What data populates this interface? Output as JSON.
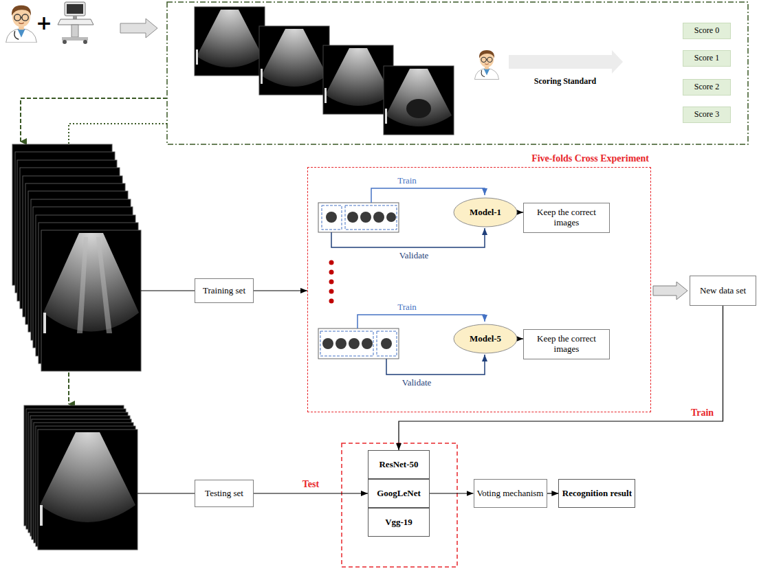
{
  "diagram": {
    "nodes": [
      {
        "text": [
          "Score 0"
        ]
      },
      {
        "text": [
          "Score 1"
        ]
      },
      {
        "text": [
          "Score 2"
        ]
      },
      {
        "text": [
          "Score 3"
        ]
      },
      {
        "text": [
          "Training set"
        ]
      },
      {
        "text": [
          "Five-folds Cross Experiment"
        ]
      },
      {
        "text": [
          "Model-1"
        ],
        "in": 5
      },
      {
        "text": [
          "Keep the correct images"
        ],
        "in": 5
      },
      {
        "text": [
          "Model-5"
        ],
        "in": 5
      },
      {
        "text": [
          "Keep the correct images"
        ],
        "in": 5
      },
      {
        "text": [
          "New data set"
        ]
      },
      {
        "text": [
          "Testing set"
        ]
      },
      {
        "text": [
          "ResNet-50"
        ]
      },
      {
        "text": [
          "GoogLeNet"
        ]
      },
      {
        "text": [
          "Vgg-19"
        ]
      },
      {
        "text": [
          "Voting mechanism"
        ]
      },
      {
        "text": [
          "Recognition result"
        ]
      }
    ],
    "edges": [
      {
        "from": 4,
        "to": 5,
        "arrow": "to"
      },
      {
        "from": 5,
        "to": 10,
        "arrow": "to"
      },
      {
        "from": 6,
        "to": 7,
        "arrow": "to"
      },
      {
        "from": 8,
        "to": 9,
        "arrow": "to"
      },
      {
        "from": 10,
        "to": 12,
        "label": "Train",
        "arrow": "to"
      },
      {
        "from": 11,
        "to": 13,
        "label": "Test",
        "arrow": "to"
      },
      {
        "from": 13,
        "to": 15,
        "arrow": "to"
      },
      {
        "from": 15,
        "to": 16,
        "arrow": "to"
      }
    ],
    "labels": [
      "+",
      "Scoring Standard",
      "Train",
      "Validate",
      "Train",
      "Validate"
    ]
  }
}
